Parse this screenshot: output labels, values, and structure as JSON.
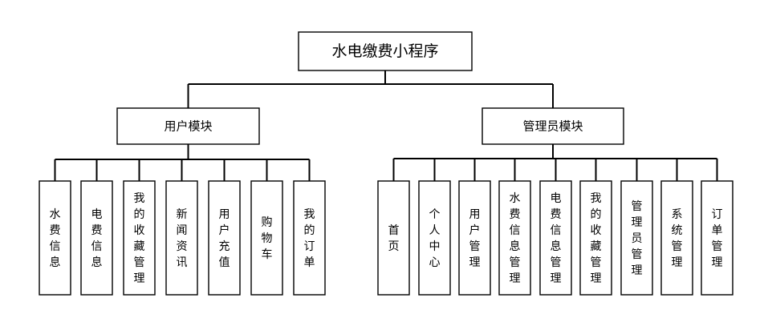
{
  "root": {
    "label": "水电缴费小程序"
  },
  "modules": [
    {
      "label": "用户模块",
      "children": [
        "水费信息",
        "电费信息",
        "我的收藏管理",
        "新闻资讯",
        "用户充值",
        "购物车",
        "我的订单"
      ]
    },
    {
      "label": "管理员模块",
      "children": [
        "首页",
        "个人中心",
        "用户管理",
        "水费信息管理",
        "电费信息管理",
        "我的收藏管理",
        "管理员管理",
        "系统管理",
        "订单管理"
      ]
    }
  ]
}
